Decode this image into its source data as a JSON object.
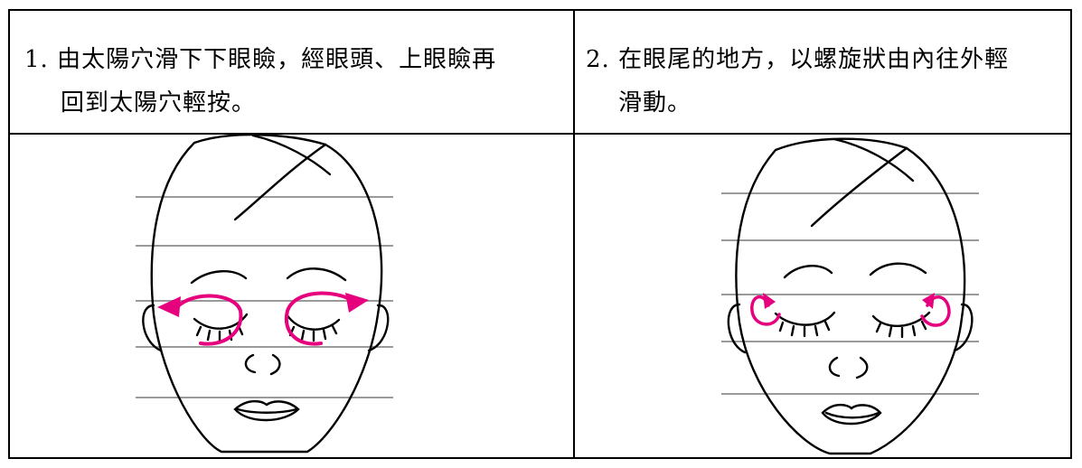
{
  "steps": [
    {
      "line1": "1. 由太陽穴滑下下眼瞼，經眼頭、上眼瞼再",
      "line2": "回到太陽穴輕按。"
    },
    {
      "line1": "2. 在眼尾的地方，以螺旋狀由內往外輕",
      "line2": "滑動。"
    }
  ],
  "colors": {
    "line": "#000000",
    "guide_line": "#9a9a9a",
    "arrow": "#e6007e"
  },
  "icons": [
    "face-massage-loop-illustration",
    "face-massage-spiral-illustration"
  ]
}
